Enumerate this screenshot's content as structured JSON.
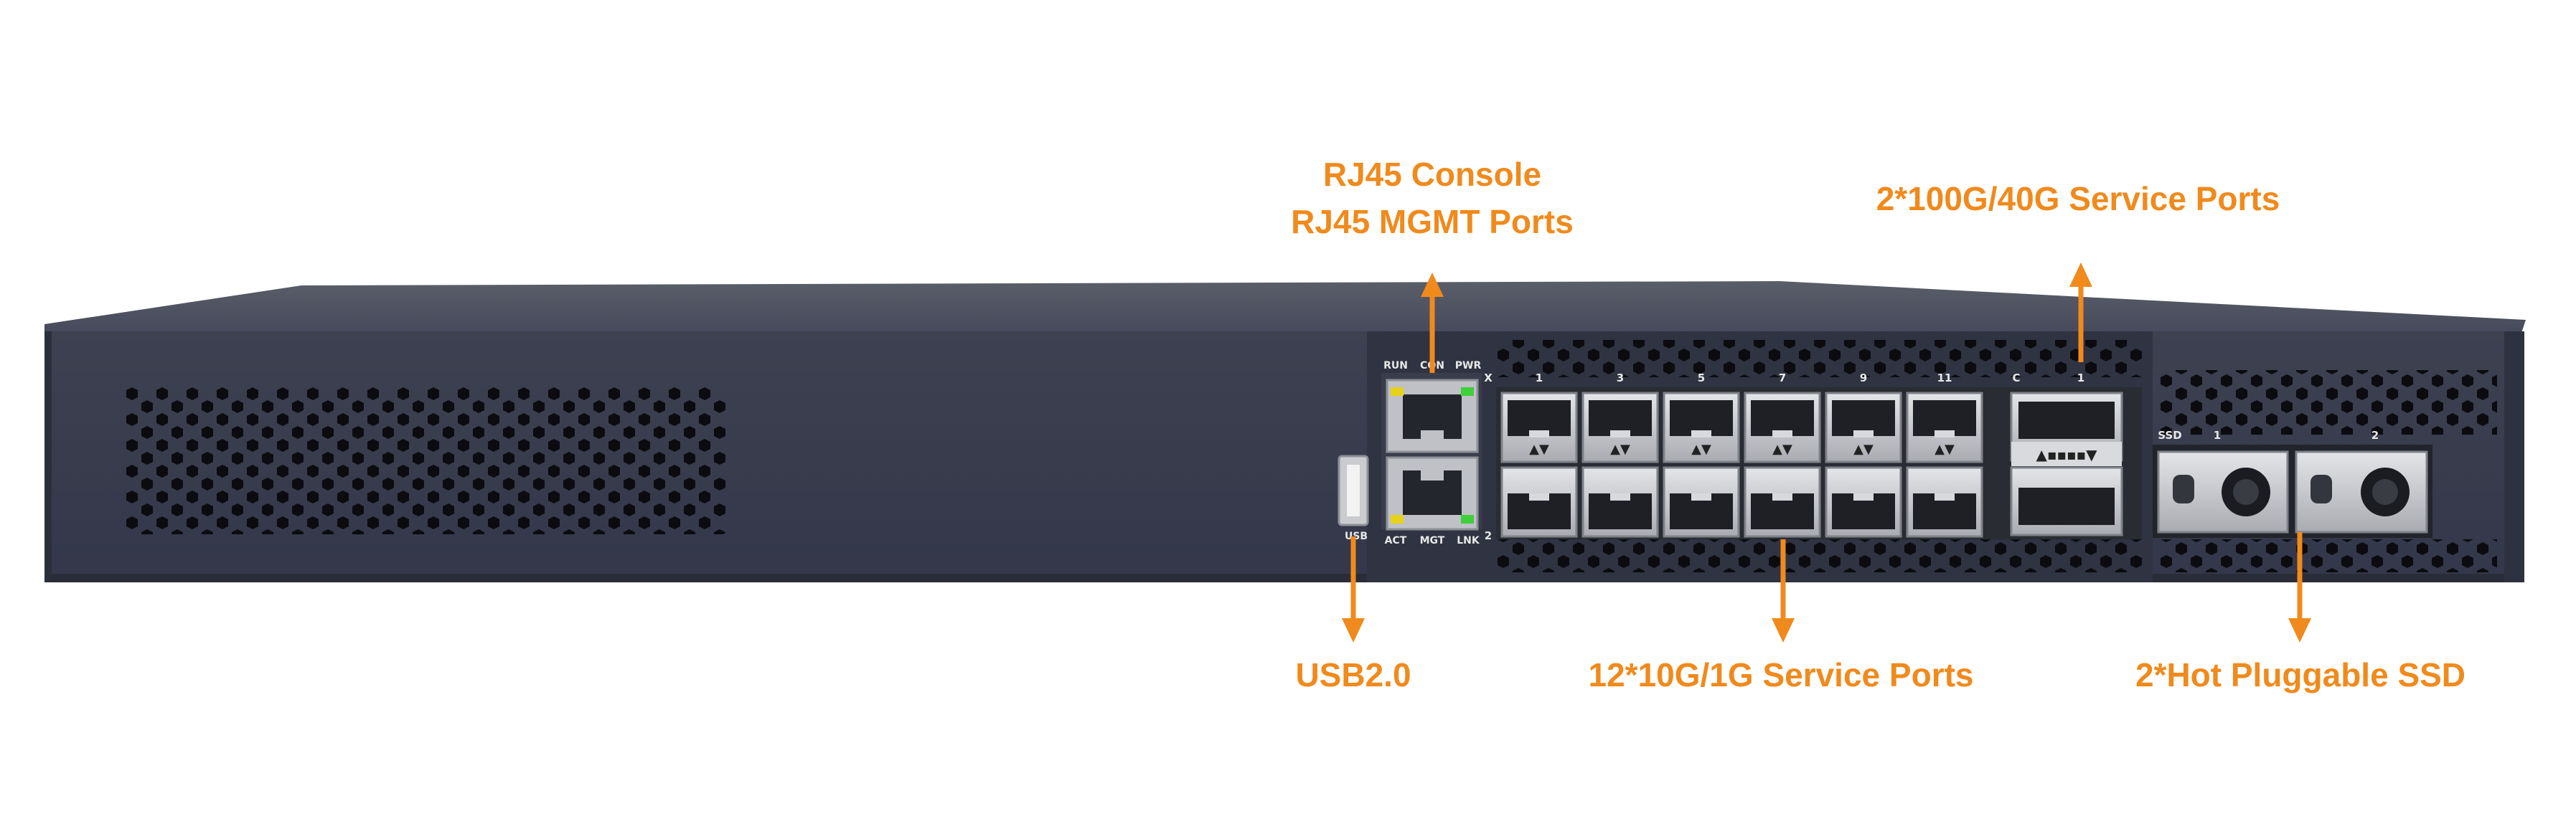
{
  "colors": {
    "accent": "#f08a1c",
    "chassis": "#3a3e4c",
    "chassis_top": "#50545f",
    "port_metal": "#c9cbcf",
    "led_yellow": "#e6d21a",
    "led_green": "#3fcf3a"
  },
  "callouts": {
    "console_mgmt": [
      "RJ45 Console",
      "RJ45 MGMT Ports"
    ],
    "qsfp": "2*100G/40G Service Ports",
    "usb": "USB2.0",
    "sfp": "12*10G/1G Service Ports",
    "ssd": "2*Hot Pluggable SSD"
  },
  "panel": {
    "rj45_top_labels": [
      "RUN",
      "CON",
      "PWR"
    ],
    "rj45_bottom_labels": [
      "ACT",
      "MGT",
      "LNK"
    ],
    "usb_label": "USB",
    "sfp_group_marker": "X",
    "sfp_numbers": [
      "1",
      "3",
      "5",
      "7",
      "9",
      "11"
    ],
    "qsfp_group_marker": "C",
    "qsfp_number": "1",
    "port_bottom_marker": "2",
    "ssd_label": "SSD",
    "ssd_slots": [
      "1",
      "2"
    ]
  }
}
